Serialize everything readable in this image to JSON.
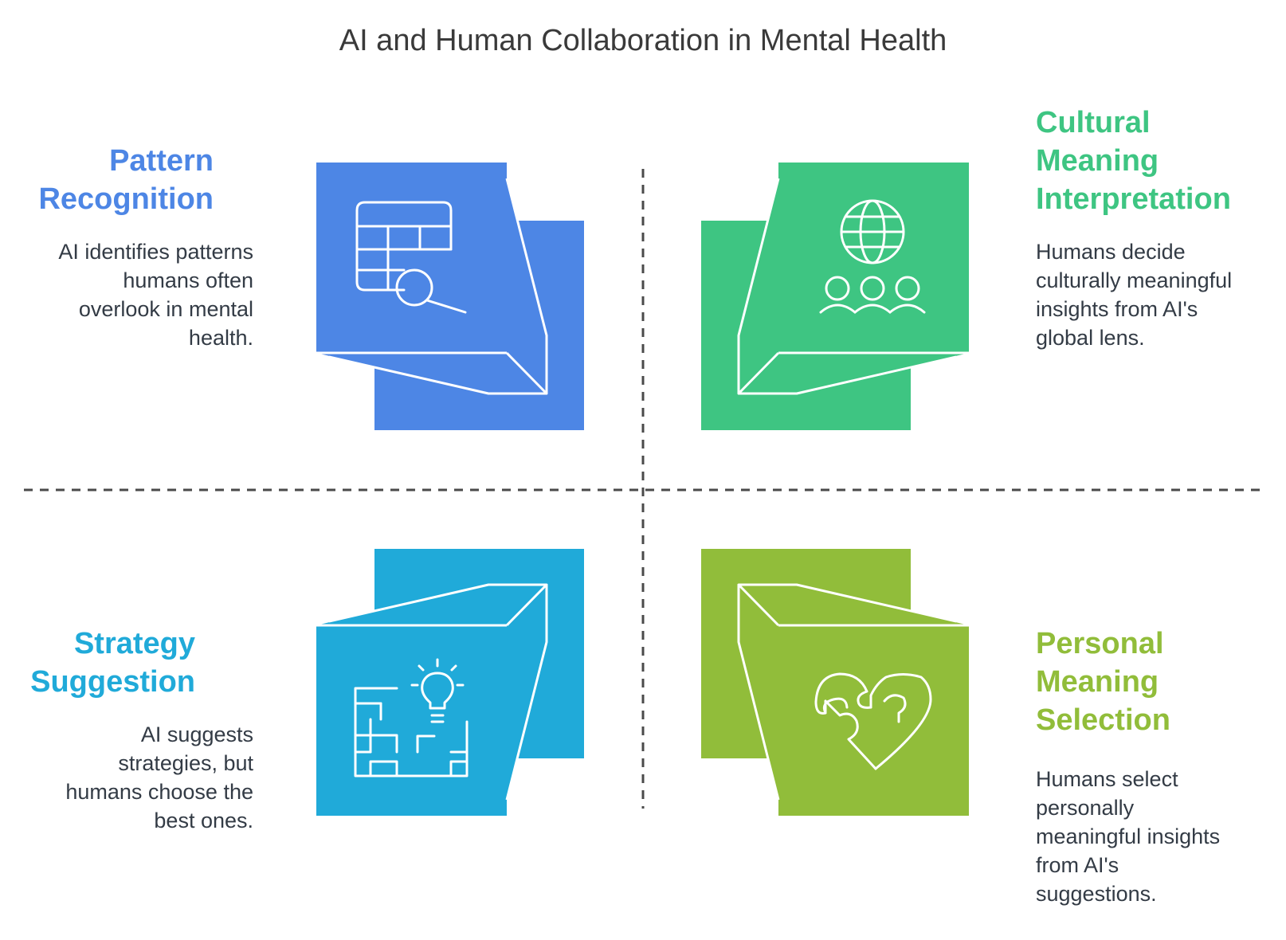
{
  "title": "AI and Human Collaboration in Mental Health",
  "colors": {
    "blue": "#4d86e5",
    "green": "#3ec582",
    "cyan": "#20aad9",
    "lime": "#91bd3a",
    "divider": "#4a4a4a",
    "text": "#333b45"
  },
  "quadrants": {
    "pattern_recognition": {
      "heading": "Pattern\nRecognition",
      "description": "AI identifies patterns\nhumans often\noverlook in mental\nhealth.",
      "icon": "table-search-icon"
    },
    "cultural_meaning": {
      "heading": "Cultural\nMeaning\nInterpretation",
      "description": "Humans decide\nculturally meaningful\ninsights from AI's\nglobal lens.",
      "icon": "globe-people-icon"
    },
    "strategy_suggestion": {
      "heading": "Strategy\nSuggestion",
      "description": "AI suggests\nstrategies, but\nhumans choose the\nbest ones.",
      "icon": "maze-lightbulb-icon"
    },
    "personal_meaning": {
      "heading": "Personal\nMeaning\nSelection",
      "description": "Humans select\npersonally\nmeaningful insights\nfrom AI's\nsuggestions.",
      "icon": "puzzle-heart-icon"
    }
  }
}
